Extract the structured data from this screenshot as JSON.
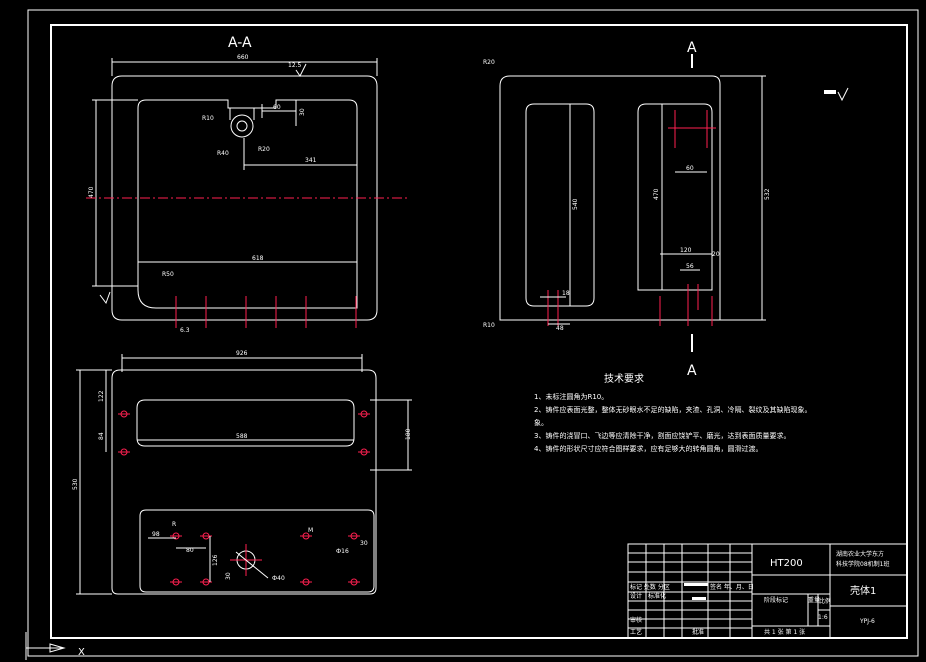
{
  "views": {
    "section_label": "A-A",
    "cut_label_top": "A",
    "cut_label_bottom": "A"
  },
  "dims_section": {
    "d_width": "660",
    "d_roughness": "12.5",
    "d_r10": "R10",
    "d_60": "60",
    "d_30": "30",
    "d_r40": "R40",
    "d_r20": "R20",
    "d_341": "341",
    "d_height": "470",
    "d_618": "618",
    "d_r50": "R50",
    "d_63": "6.3"
  },
  "dims_side": {
    "d_r20": "R20",
    "d_r10": "R10",
    "d_540": "540",
    "d_470": "470",
    "d_60": "60",
    "d_total": "532",
    "d_120": "120",
    "d_20": "20",
    "d_56": "56",
    "d_18": "18",
    "d_48": "48"
  },
  "dims_plan": {
    "d_926": "926",
    "d_122": "122",
    "d_84": "84",
    "d_588": "588",
    "d_180": "180",
    "d_530": "530",
    "d_r": "R",
    "d_98": "98",
    "d_80": "80",
    "d_126": "126",
    "d_30": "30",
    "d_d40": "Ф40",
    "d_m": "M",
    "d_d16": "Ф16"
  },
  "tech": {
    "title": "技术要求",
    "items": [
      "1、未标注圆角为R10。",
      "2、铸件应表面光整，整体无砂眼水不足的缺陷，夹渣、孔洞、冷隔、裂纹及其缺陷现象。",
      "象。",
      "3、铸件的浇冒口、飞边等应清除干净，割面应饶铲平、磨光，达到表面质量要求。",
      "4、铸件的形状尺寸应符合图样要求，应有足够大的转角圆角，圆滑过渡。"
    ]
  },
  "titleblock": {
    "material": "HT200",
    "school_line1": "湖南农业大学东方",
    "school_line2": "科技学院08机制1班",
    "part_name": "壳体1",
    "drawing_no": "YPJ-6",
    "row_mark": "标记 处数 分区",
    "row_mark_right": "签名 年、月、日",
    "design": "设计",
    "standard": "标准化",
    "stage": "阶段标记",
    "weight": "重量",
    "scale_label": "比例",
    "scale": "1:6",
    "review": "审核",
    "process": "工艺",
    "approve": "批准",
    "sheet": "共 1 张  第 1 张"
  },
  "misc": {
    "corner_x": "X"
  }
}
